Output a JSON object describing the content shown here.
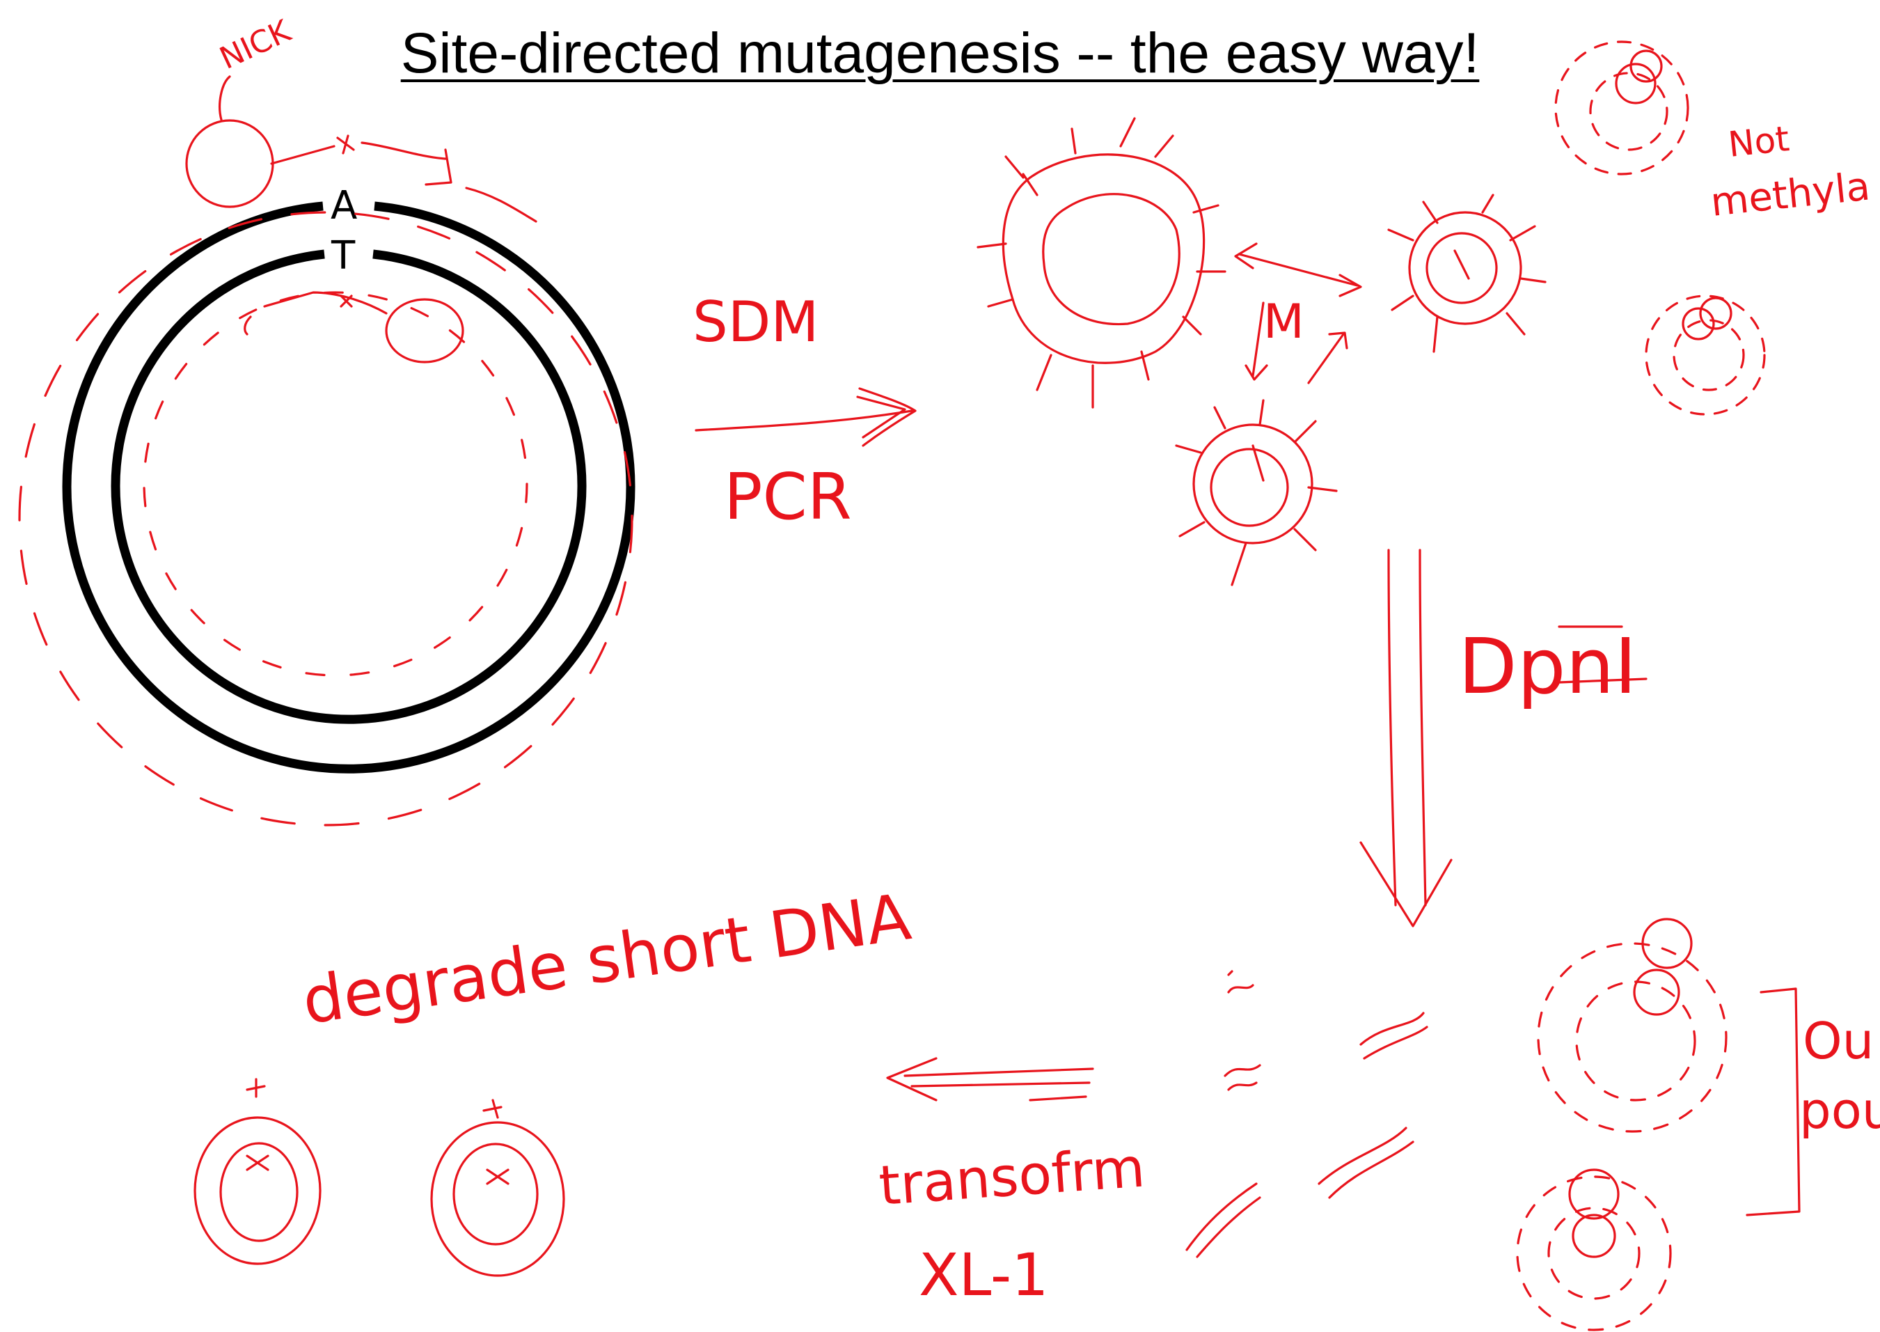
{
  "title": "Site-directed mutagenesis -- the easy way!",
  "bases": {
    "top": "A",
    "bottom": "T"
  },
  "annotations": {
    "nick": "NICK",
    "sdm": "SDM",
    "pcr": "PCR",
    "m": "M",
    "not_methylated": [
      "Not",
      "methyla"
    ],
    "dpni": "DpnI",
    "degrade": "degrade short DNA",
    "transform": "transofrm",
    "strain": "XL-1",
    "bracket_text": [
      "Ou",
      "pou"
    ]
  },
  "colors": {
    "ink": "#000000",
    "pen": "#e8141c",
    "background": "#ffffff"
  }
}
